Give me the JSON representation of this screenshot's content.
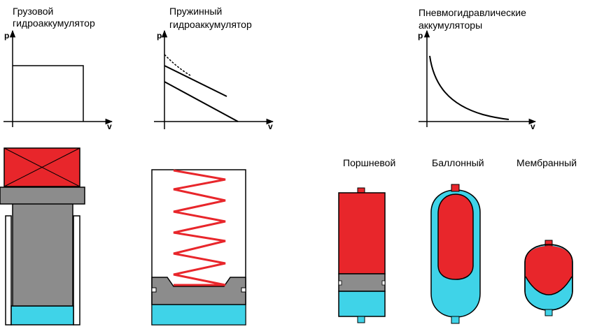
{
  "titles": {
    "weight_line1": "Грузовой",
    "weight_line2": "гидроаккумулятор",
    "spring_line1": "Пружинный",
    "spring_line2": "гидроаккумулятор",
    "pneumo_line1": "Пневмогидравлические",
    "pneumo_line2": "аккумуляторы"
  },
  "axes": {
    "y_label": "p",
    "x_label": "v"
  },
  "types": {
    "piston": "Поршневой",
    "bladder": "Баллонный",
    "membrane": "Мембранный"
  },
  "colors": {
    "weight_red": "#e8262b",
    "piston_gray": "#8c8c8c",
    "fluid_cyan": "#3fd3e8",
    "spring_red": "#e8262b",
    "outline": "#000000"
  }
}
